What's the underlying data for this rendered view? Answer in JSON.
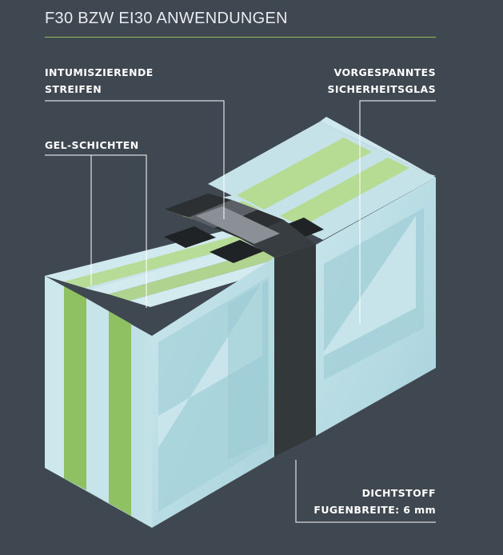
{
  "title": "F30 BZW EI30 ANWENDUNGEN",
  "labels": {
    "intumescent": {
      "line1": "INTUMISZIERENDE",
      "line2": "STREIFEN"
    },
    "tempered_glass": {
      "line1": "VORGESPANNTES",
      "line2": "SICHERHEITSGLAS"
    },
    "gel_layers": {
      "line1": "GEL-SCHICHTEN"
    },
    "sealant": {
      "line1": "DICHTSTOFF",
      "line2": "FUGENBREITE: 6 mm"
    }
  },
  "colors": {
    "background": "#3f4750",
    "glass": "#bcdfe6",
    "gel": "#8fc163",
    "sealant": "#303437"
  }
}
